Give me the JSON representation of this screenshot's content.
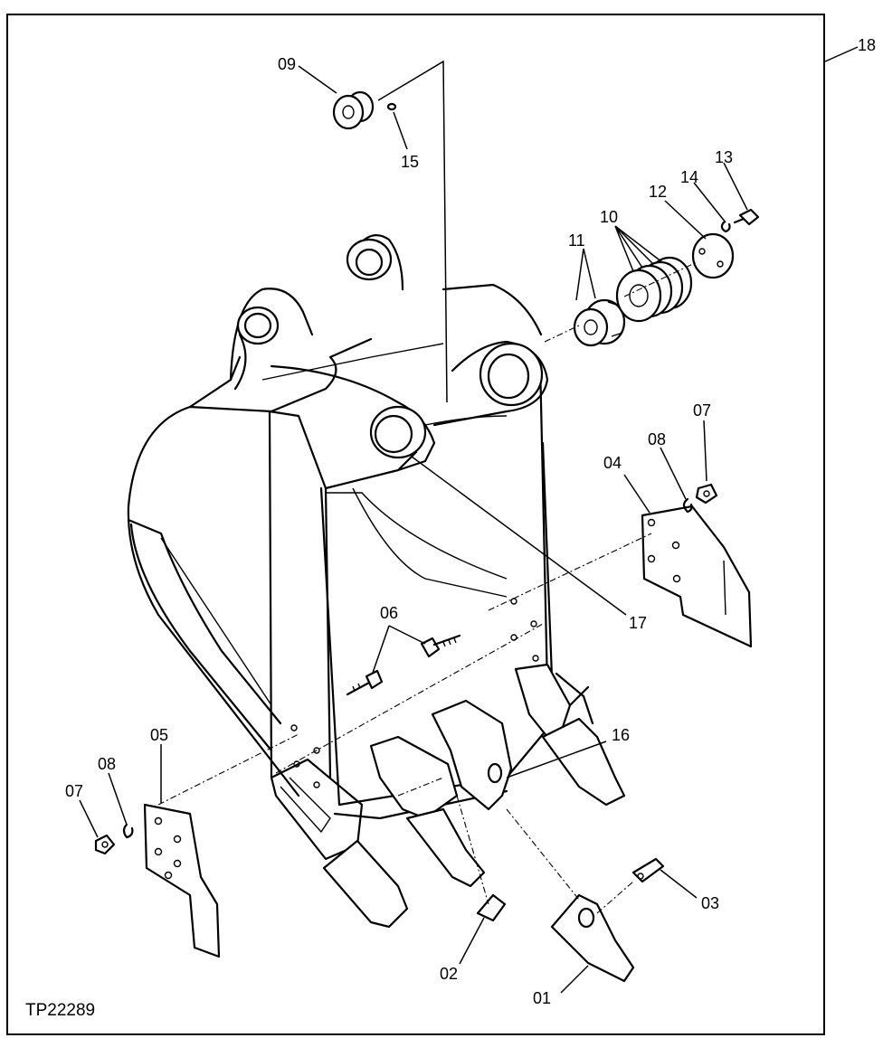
{
  "figure_id": "TP22289",
  "callouts": {
    "c01": "01",
    "c02": "02",
    "c03": "03",
    "c04": "04",
    "c05": "05",
    "c06": "06",
    "c07a": "07",
    "c07b": "07",
    "c08a": "08",
    "c08b": "08",
    "c09": "09",
    "c10": "10",
    "c11": "11",
    "c12": "12",
    "c13": "13",
    "c14": "14",
    "c15": "15",
    "c16": "16",
    "c17": "17",
    "c18": "18"
  }
}
